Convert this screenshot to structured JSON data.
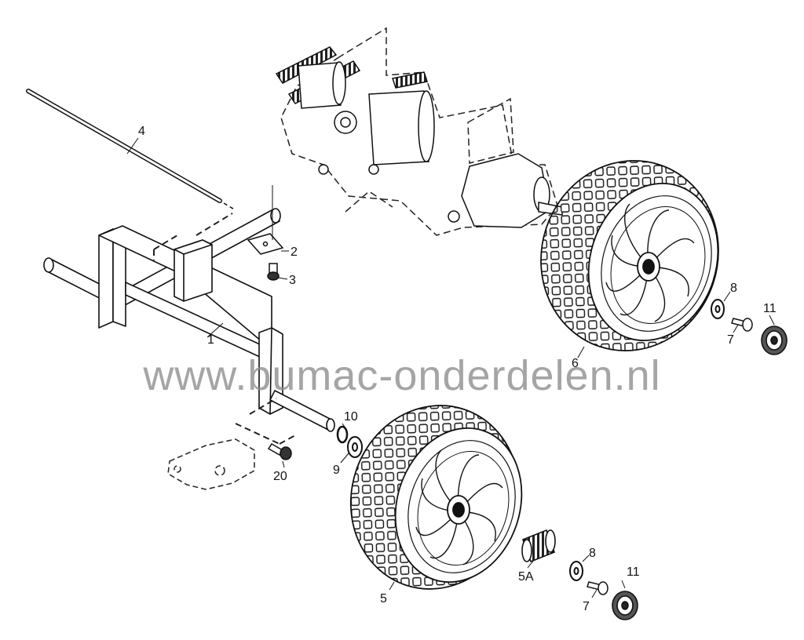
{
  "watermark": "www.bumac-onderdelen.nl",
  "colors": {
    "line": "#111111",
    "dash": "#333333",
    "fill": "#ffffff",
    "watermark": "#8c8c8c"
  },
  "callouts": {
    "p1": "1",
    "p2": "2",
    "p3": "3",
    "p4": "4",
    "p5": "5",
    "p5a": "5A",
    "p6": "6",
    "p7a": "7",
    "p7b": "7",
    "p8a": "8",
    "p8b": "8",
    "p9": "9",
    "p10": "10",
    "p11a": "11",
    "p11b": "11",
    "p20": "20"
  }
}
